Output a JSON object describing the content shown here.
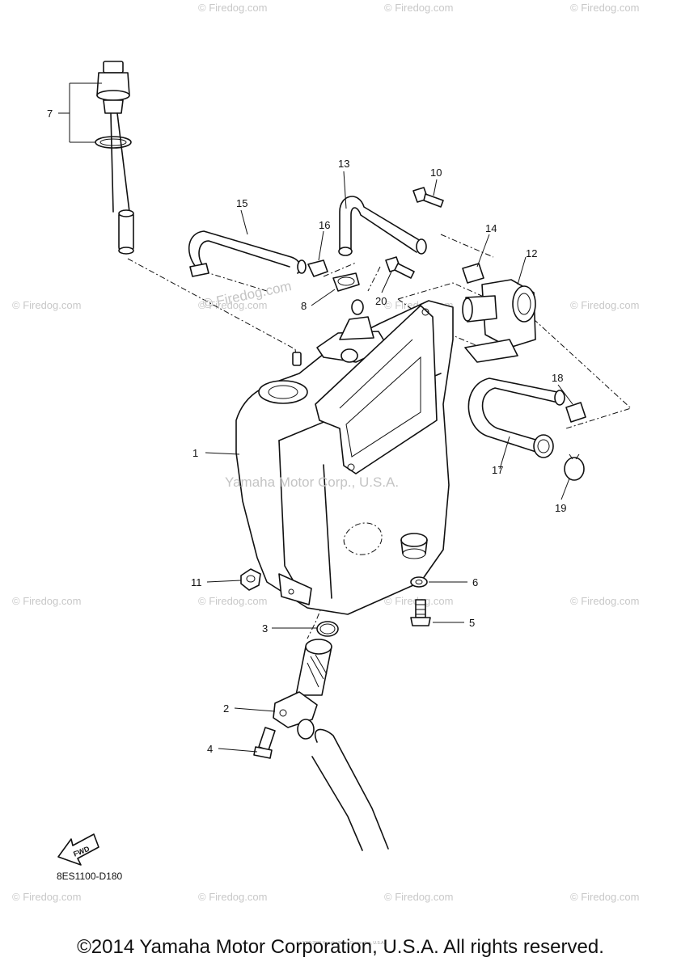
{
  "diagram": {
    "code": "8ES1100-D180",
    "fwd_label": "FWD",
    "center_watermark": "Yamaha Motor Corp., U.S.A.",
    "side_watermark": "© Firedog.com",
    "watermark": "© Firedog.com",
    "callouts": {
      "c1": "1",
      "c2": "2",
      "c3": "3",
      "c4": "4",
      "c5": "5",
      "c6": "6",
      "c7": "7",
      "c8": "8",
      "c10": "10",
      "c11": "11",
      "c12": "12",
      "c13": "13",
      "c14": "14",
      "c15": "15",
      "c16": "16",
      "c17": "17",
      "c18": "18",
      "c19": "19",
      "c20": "20"
    }
  },
  "footer": {
    "copyright": "©2014 Yamaha Motor Corporation, U.S.A. All rights reserved.",
    "tiny_note": "(c) 2000-2015 Yamaha Motor Corporation, U.S.A."
  }
}
